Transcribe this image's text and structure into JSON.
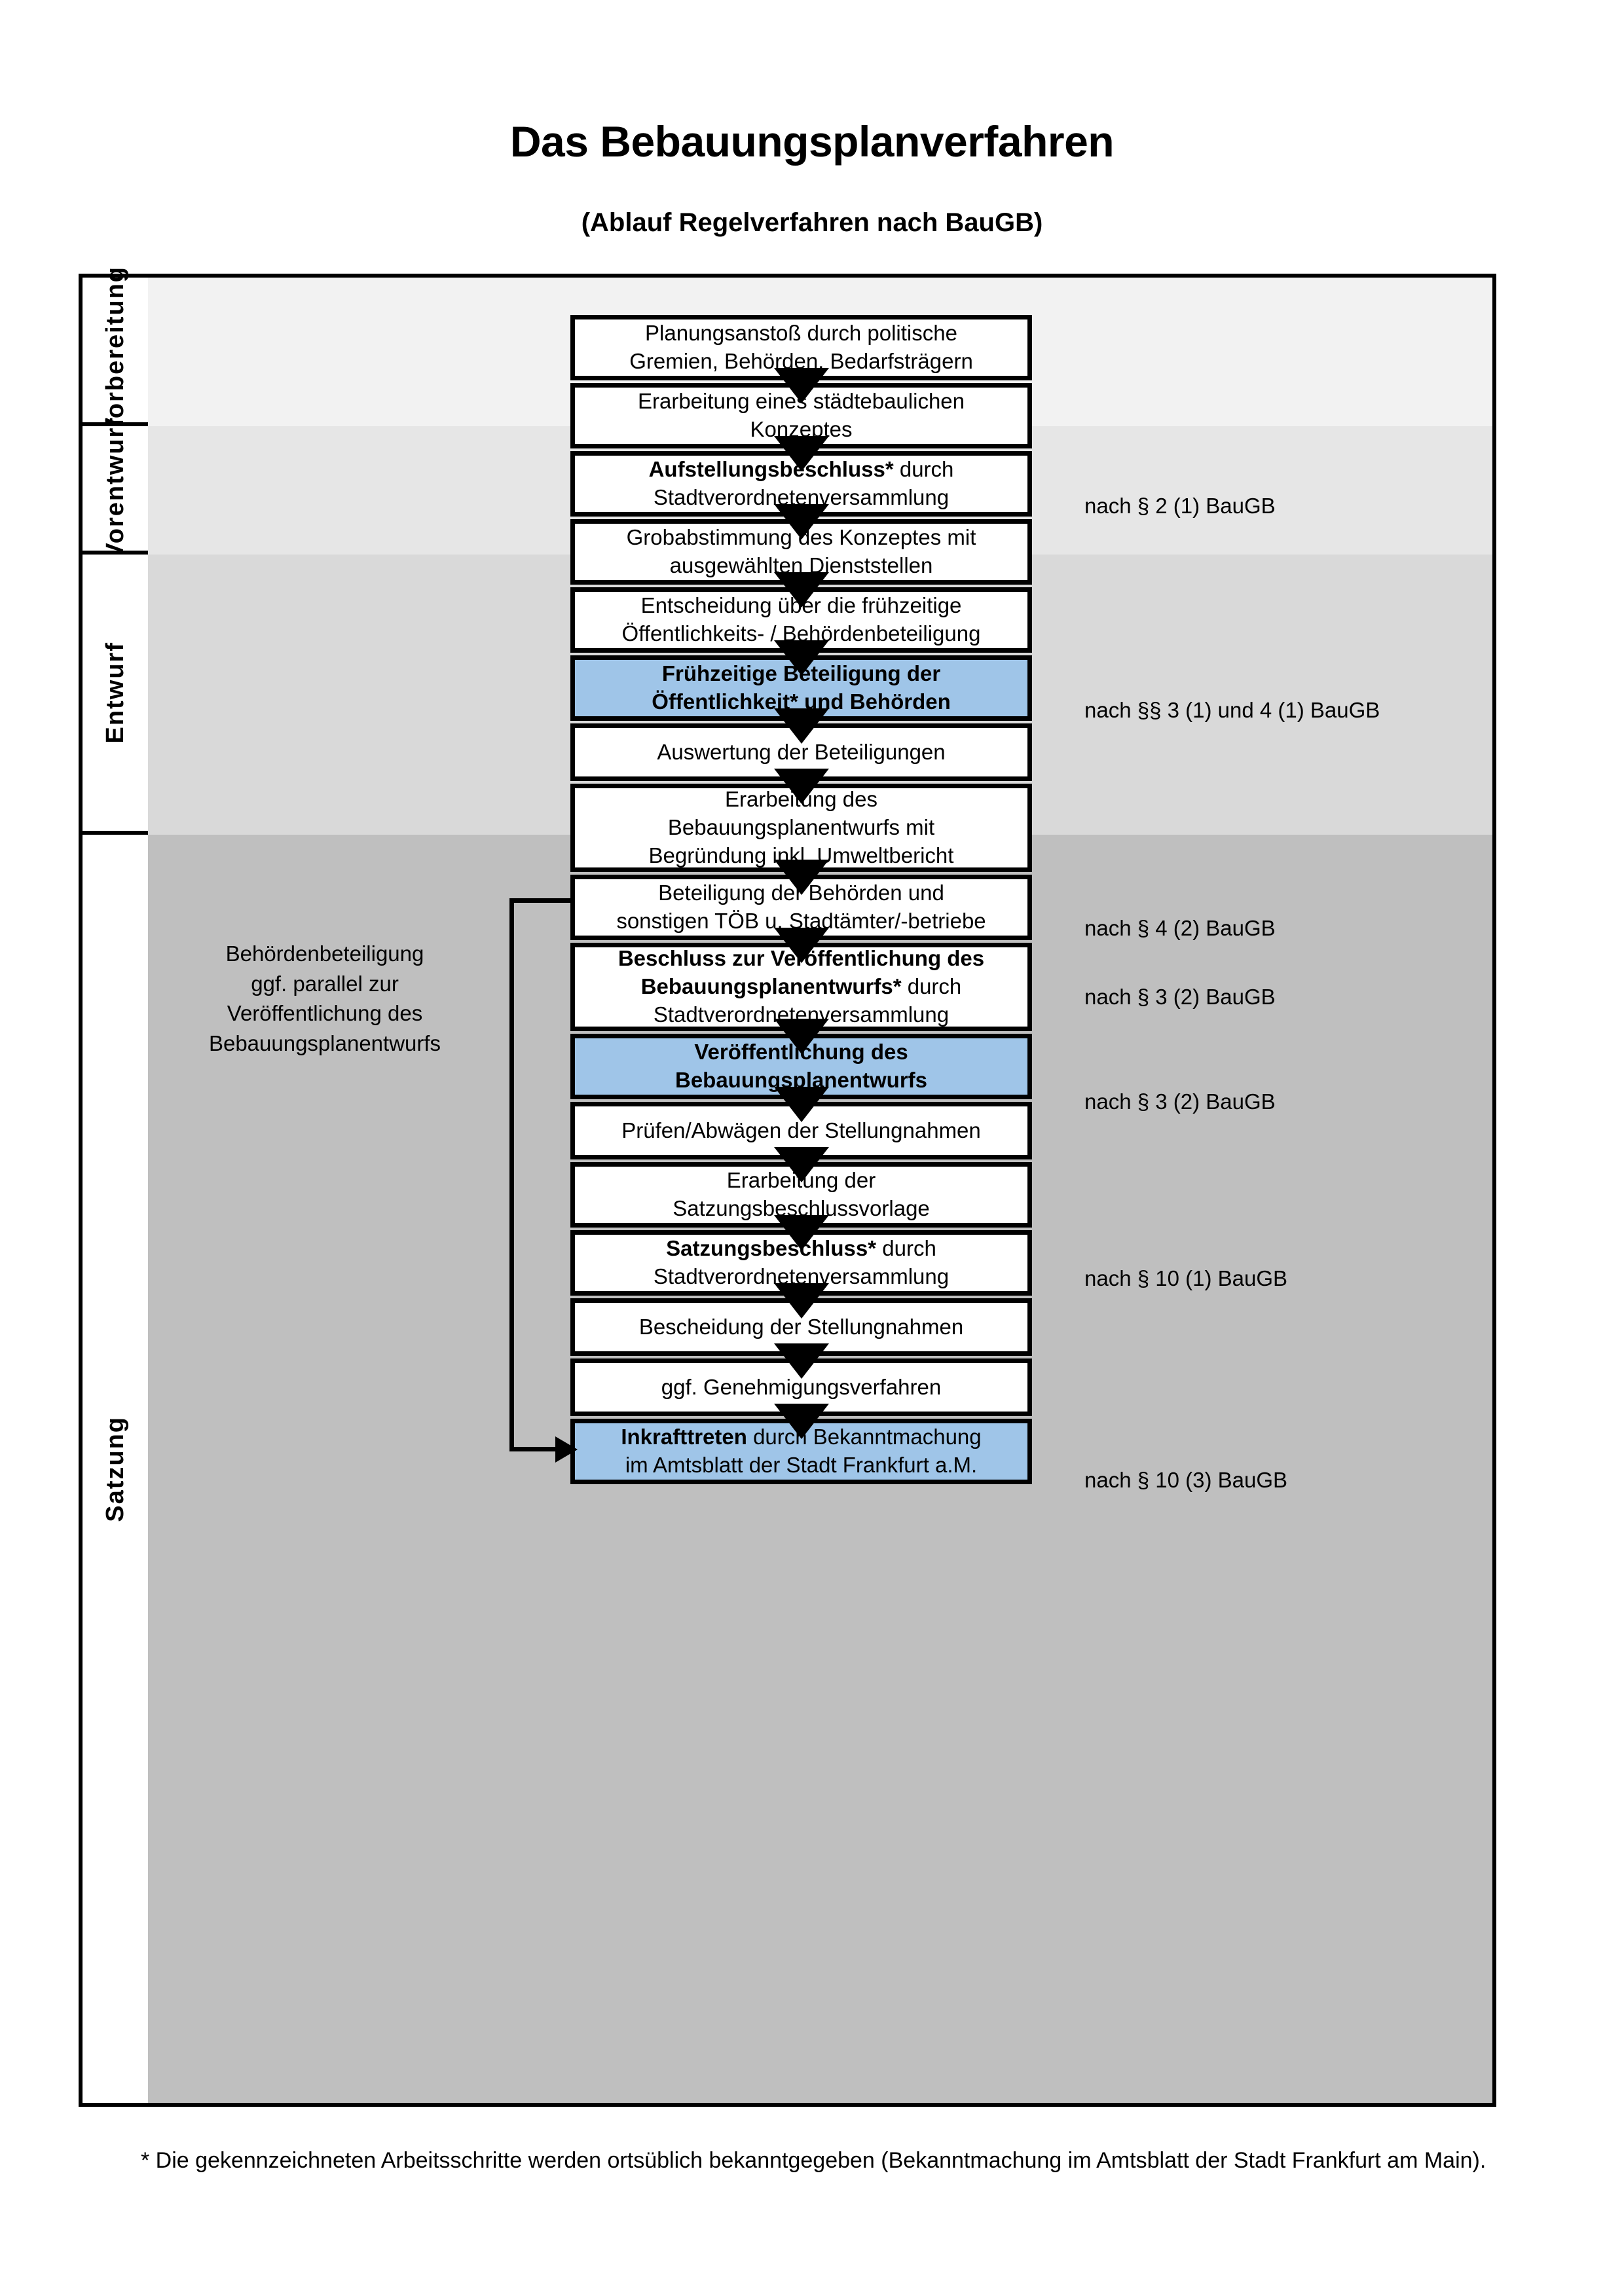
{
  "header": {
    "title": "Das Bebauungsplanverfahren",
    "subtitle": "(Ablauf Regelverfahren nach BauGB)"
  },
  "phases": [
    {
      "label": "Vorbereitung",
      "band_color": "#f2f2f2"
    },
    {
      "label": "Vorentwurf",
      "band_color": "#e6e6e6"
    },
    {
      "label": "Entwurf",
      "band_color": "#d9d9d9"
    },
    {
      "label": "Satzung",
      "band_color": "#bfbfbf"
    }
  ],
  "colors": {
    "highlight_blue": "#9fc5e8",
    "border_black": "#000000",
    "band_1": "#f2f2f2",
    "band_2": "#e6e6e6",
    "band_3": "#d9d9d9",
    "band_4": "#bfbfbf"
  },
  "steps": [
    {
      "id": "s1",
      "phase": "Vorbereitung",
      "highlight": false,
      "bold": false,
      "line1": "Planungsanstoß durch politische",
      "line2": "Gremien, Behörden, Bedarfsträgern"
    },
    {
      "id": "s2",
      "phase": "Vorbereitung",
      "highlight": false,
      "bold": false,
      "line1": "Erarbeitung eines städtebaulichen",
      "line2": "Konzeptes"
    },
    {
      "id": "s3",
      "phase": "Vorbereitung",
      "highlight": false,
      "bold": "partial",
      "line1_bold": "Aufstellungsbeschluss*",
      "line1_rest": " durch",
      "line2": "Stadtverordnetenversammlung"
    },
    {
      "id": "s4",
      "phase": "Vorentwurf",
      "highlight": false,
      "bold": false,
      "line1": "Grobabstimmung des Konzeptes mit",
      "line2": "ausgewählten Dienststellen"
    },
    {
      "id": "s5",
      "phase": "Vorentwurf",
      "highlight": false,
      "bold": false,
      "line1": "Entscheidung über die frühzeitige",
      "line2": "Öffentlichkeits- / Behördenbeteiligung"
    },
    {
      "id": "s6",
      "phase": "Vorentwurf",
      "highlight": true,
      "bold": true,
      "line1": "Frühzeitige Beteiligung der",
      "line2": "Öffentlichkeit* und Behörden"
    },
    {
      "id": "s7",
      "phase": "Entwurf",
      "highlight": false,
      "bold": false,
      "line1": "Auswertung der Beteiligungen",
      "line2": ""
    },
    {
      "id": "s8",
      "phase": "Entwurf",
      "highlight": false,
      "bold": false,
      "line1": "Erarbeitung des",
      "line2": "Bebauungsplanentwurfs mit",
      "line3": "Begründung inkl. Umweltbericht"
    },
    {
      "id": "s9",
      "phase": "Entwurf",
      "highlight": false,
      "bold": false,
      "line1": "Beteiligung der Behörden und",
      "line2": "sonstigen TÖB u. Stadtämter/-betriebe"
    },
    {
      "id": "s10",
      "phase": "Entwurf",
      "highlight": false,
      "bold": "partial",
      "line1_bold": "Beschluss zur Veröffentlichung des",
      "line2_bold": "Bebauungsplanentwurfs*",
      "line2_rest": " durch",
      "line3": "Stadtverordnetenversammlung"
    },
    {
      "id": "s11",
      "phase": "Entwurf",
      "highlight": true,
      "bold": true,
      "line1": "Veröffentlichung des",
      "line2": "Bebauungsplanentwurfs"
    },
    {
      "id": "s12",
      "phase": "Satzung",
      "highlight": false,
      "bold": false,
      "line1": "Prüfen/Abwägen der Stellungnahmen",
      "line2": ""
    },
    {
      "id": "s13",
      "phase": "Satzung",
      "highlight": false,
      "bold": false,
      "line1": "Erarbeitung der",
      "line2": "Satzungsbeschlussvorlage"
    },
    {
      "id": "s14",
      "phase": "Satzung",
      "highlight": false,
      "bold": "partial",
      "line1_bold": "Satzungsbeschluss*",
      "line1_rest": " durch",
      "line2": "Stadtverordnetenversammlung"
    },
    {
      "id": "s15",
      "phase": "Satzung",
      "highlight": false,
      "bold": false,
      "line1": "Bescheidung der Stellungnahmen",
      "line2": ""
    },
    {
      "id": "s16",
      "phase": "Satzung",
      "highlight": false,
      "bold": false,
      "line1": "ggf. Genehmigungsverfahren",
      "line2": ""
    },
    {
      "id": "s17",
      "phase": "Satzung",
      "highlight": true,
      "bold": "partial",
      "line1_bold": "Inkrafttreten",
      "line1_rest": " durch Bekanntmachung",
      "line2": "im Amtsblatt der Stadt Frankfurt a.M."
    }
  ],
  "legal_refs": [
    {
      "id": "r1",
      "text": "nach § 2 (1) BauGB",
      "for_step": "s3"
    },
    {
      "id": "r2",
      "text": "nach §§ 3 (1) und 4 (1) BauGB",
      "for_step": "s6"
    },
    {
      "id": "r3",
      "text": "nach § 4 (2) BauGB",
      "for_step": "s9"
    },
    {
      "id": "r4",
      "text": "nach § 3 (2) BauGB",
      "for_step": "s10"
    },
    {
      "id": "r5",
      "text": "nach § 3 (2) BauGB",
      "for_step": "s11"
    },
    {
      "id": "r6",
      "text": "nach § 10 (1) BauGB",
      "for_step": "s14"
    },
    {
      "id": "r7",
      "text": "nach § 10 (3) BauGB",
      "for_step": "s17"
    }
  ],
  "side_note": {
    "line1": "Behördenbeteiligung",
    "line2": "ggf. parallel zur",
    "line3": "Veröffentlichung des",
    "line4": "Bebauungsplanentwurfs"
  },
  "footnote": {
    "text": "* Die gekennzeichneten Arbeitsschritte werden ortsüblich bekanntgegeben (Bekanntmachung im Amtsblatt  der Stadt Frankfurt am Main)."
  }
}
